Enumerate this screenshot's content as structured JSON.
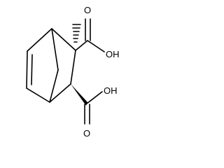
{
  "molecule": {
    "labels": {
      "acid1_oxygen": "O",
      "acid1_hydroxyl": "OH",
      "acid2_oxygen": "O",
      "acid2_hydroxyl": "OH"
    }
  }
}
